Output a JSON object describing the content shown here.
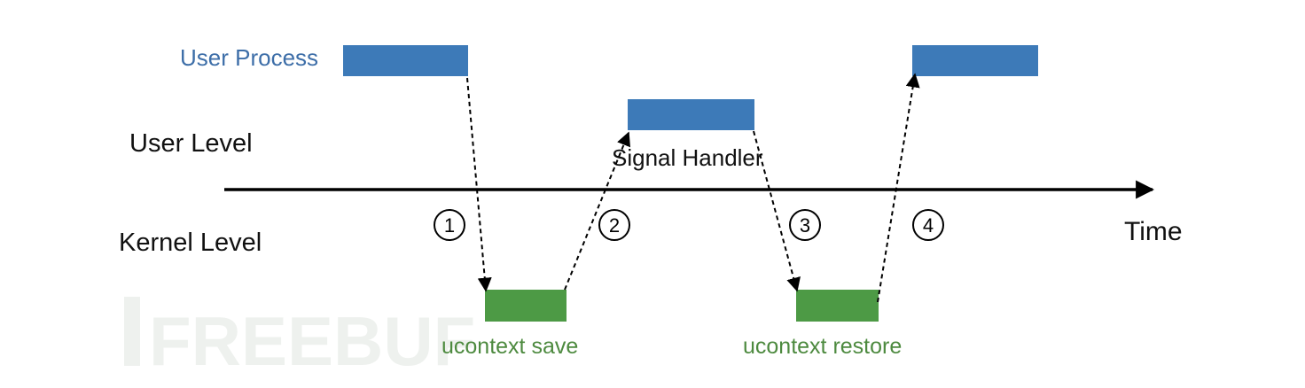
{
  "labels": {
    "user_process": "User Process",
    "user_level": "User Level",
    "kernel_level": "Kernel Level",
    "signal_handler": "Signal Handler",
    "time": "Time",
    "ucontext_save": "ucontext save",
    "ucontext_restore": "ucontext restore"
  },
  "steps": [
    "1",
    "2",
    "3",
    "4"
  ],
  "watermark": "FREEBUF",
  "colors": {
    "user_block": "#3d7ab8",
    "kernel_block": "#4d9a45",
    "user_process_text": "#3d6ea8",
    "kernel_text": "#4d8a3f",
    "axis": "#000000",
    "watermark": "#eef1ee"
  }
}
